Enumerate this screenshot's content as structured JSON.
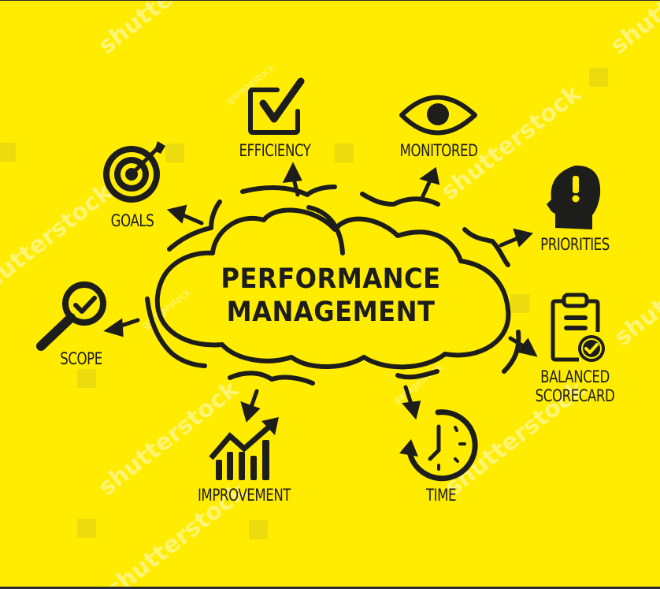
{
  "diagram": {
    "center": {
      "line1": "PERFORMANCE",
      "line2": "MANAGEMENT"
    },
    "nodes": [
      {
        "id": "efficiency",
        "label": "EFFICIENCY",
        "icon": "checkbox-check-icon"
      },
      {
        "id": "monitored",
        "label": "MONITORED",
        "icon": "eye-icon"
      },
      {
        "id": "goals",
        "label": "GOALS",
        "icon": "target-arrow-icon"
      },
      {
        "id": "priorities",
        "label": "PRIORITIES",
        "icon": "head-exclamation-icon"
      },
      {
        "id": "scope",
        "label": "SCOPE",
        "icon": "magnifier-check-icon"
      },
      {
        "id": "balanced",
        "label_line1": "BALANCED",
        "label_line2": "SCORECARD",
        "icon": "clipboard-check-icon"
      },
      {
        "id": "improvement",
        "label": "IMPROVEMENT",
        "icon": "bar-chart-up-icon"
      },
      {
        "id": "time",
        "label": "TIME",
        "icon": "clock-history-icon"
      }
    ],
    "colors": {
      "background": "#ffec00",
      "ink": "#1d1d1b",
      "frame": "#2b2b2b"
    }
  },
  "watermarks": {
    "main": "shutterstock",
    "contributor": "garagestock"
  }
}
